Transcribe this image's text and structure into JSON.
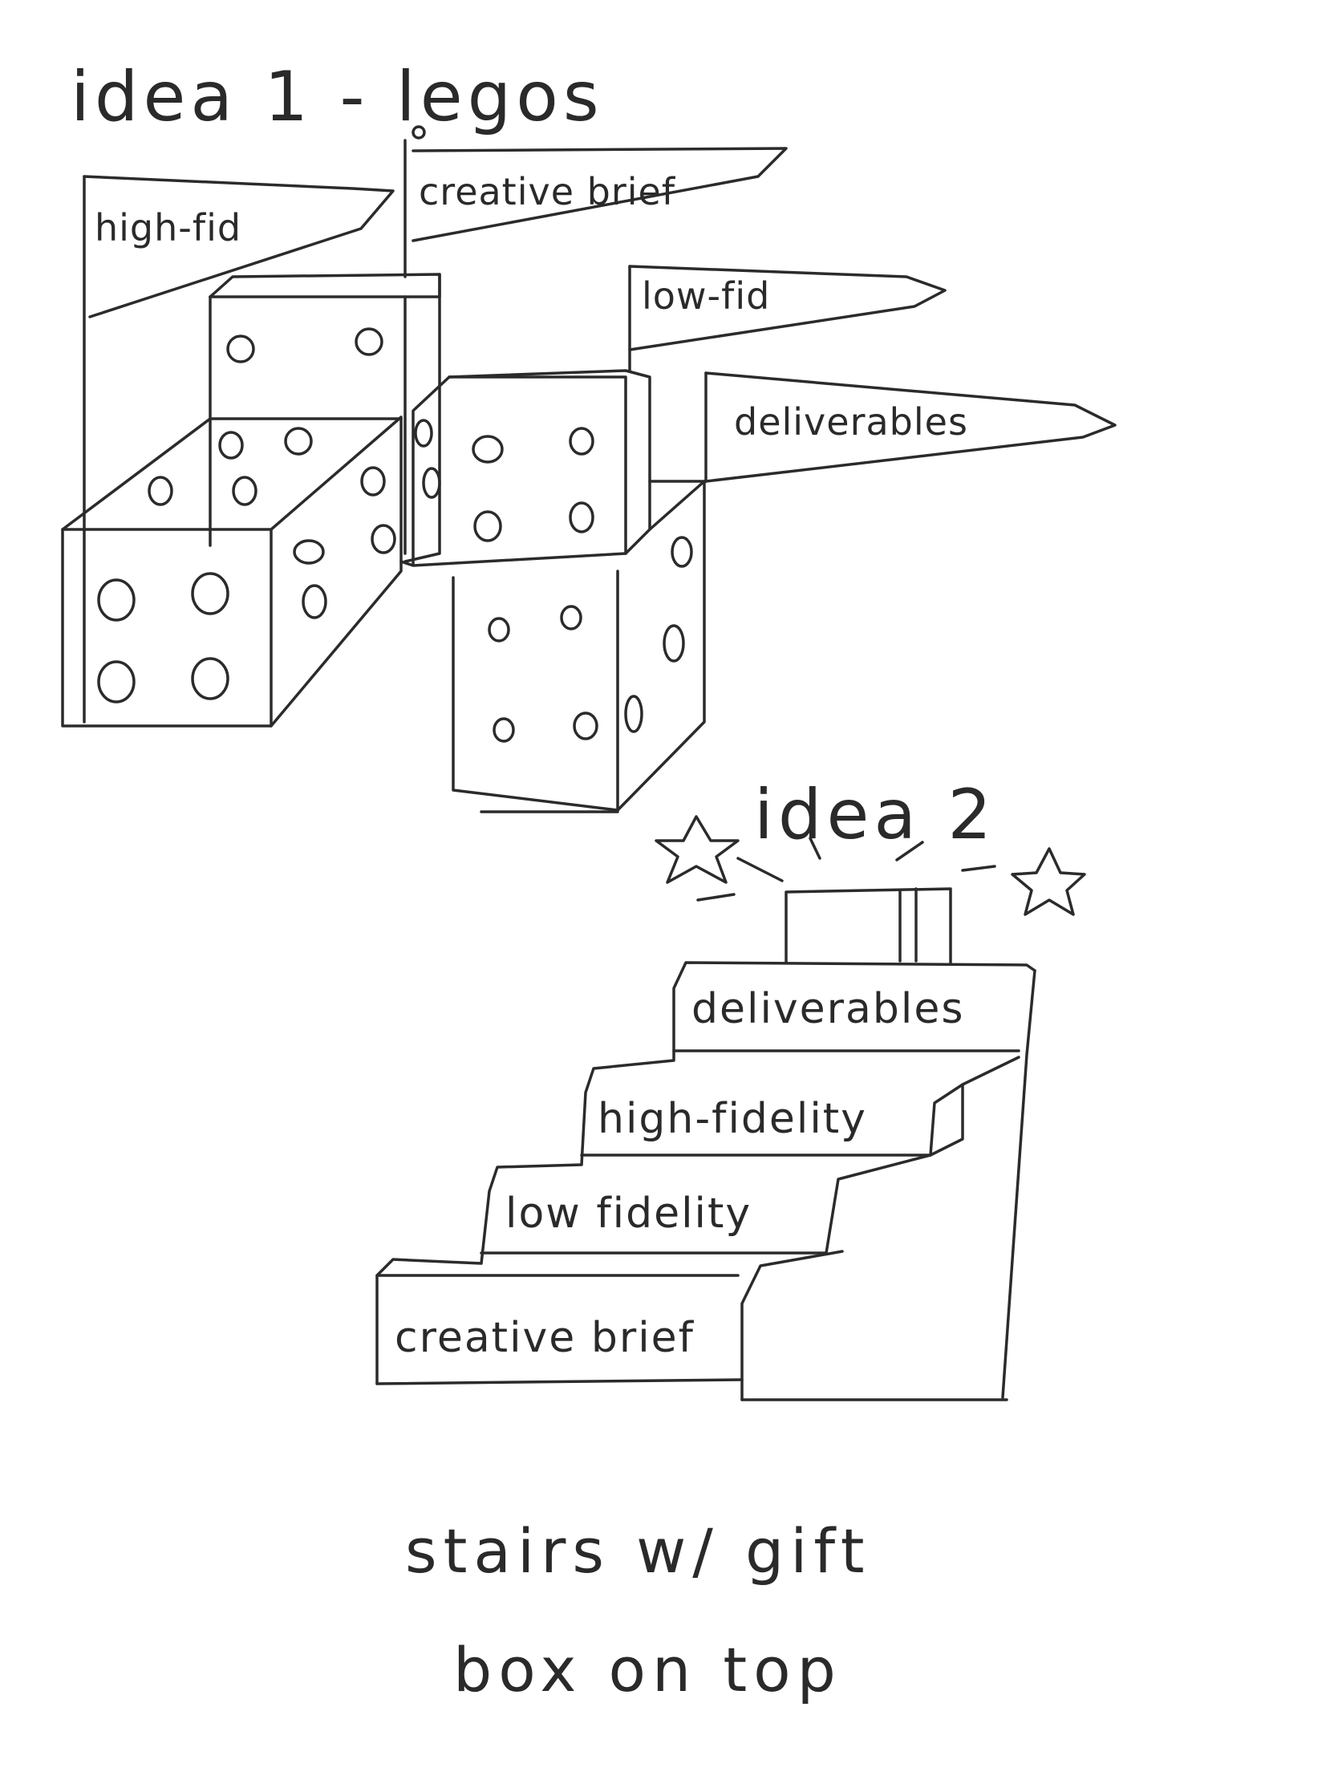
{
  "idea1": {
    "title": "idea 1 - legos",
    "flags": {
      "high_fid": "high-fid",
      "creative_brief": "creative brief",
      "low_fid": "low-fid",
      "deliverables": "deliverables"
    }
  },
  "idea2": {
    "title": "idea 2",
    "steps": {
      "deliverables": "deliverables",
      "high_fidelity": "high-fidelity",
      "low_fidelity": "low fidelity",
      "creative_brief": "creative brief"
    },
    "caption_line1": "stairs w/ gift",
    "caption_line2": "box on top"
  },
  "colors": {
    "ink": "#2b2b2b",
    "paper": "#ffffff"
  }
}
